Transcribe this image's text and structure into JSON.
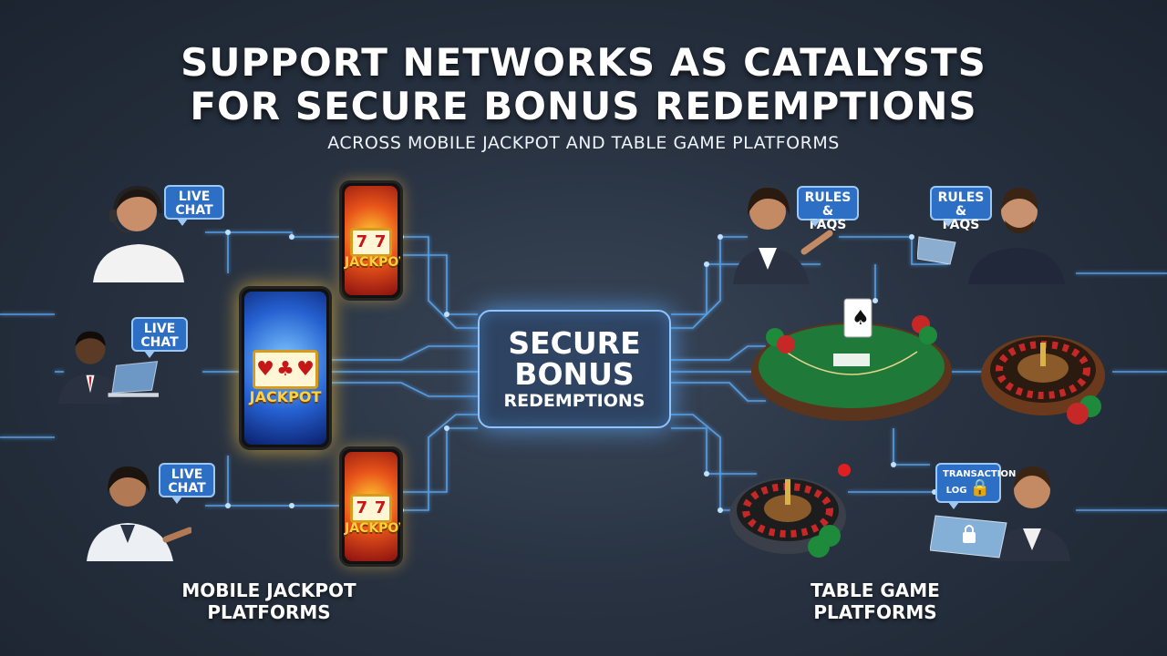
{
  "title": {
    "line1": "SUPPORT NETWORKS AS CATALYSTS",
    "line2": "FOR SECURE BONUS REDEMPTIONS",
    "subtitle": "ACROSS MOBILE JACKPOT AND TABLE GAME PLATFORMS"
  },
  "hub": {
    "line1": "SECURE",
    "line2": "BONUS",
    "line3": "REDEMPTIONS"
  },
  "left": {
    "bubbles": [
      {
        "line1": "LIVE",
        "line2": "CHAT"
      },
      {
        "line1": "LIVE",
        "line2": "CHAT"
      },
      {
        "line1": "LIVE",
        "line2": "CHAT"
      }
    ],
    "jackpot_label": "JACKPOT",
    "footer_line1": "MOBILE JACKPOT",
    "footer_line2": "PLATFORMS"
  },
  "right": {
    "bubbles": [
      {
        "line1": "RULES",
        "line2": "& FAQS"
      },
      {
        "line1": "RULES",
        "line2": "& FAQS"
      },
      {
        "line1": "TRANSACTION",
        "line2": "LOG"
      }
    ],
    "footer_line1": "TABLE GAME",
    "footer_line2": "PLATFORMS"
  },
  "colors": {
    "wire": "#5fb0ff",
    "hub_border": "#8fc4ff",
    "bubble": "#2e6fc6",
    "felt": "#1f7a3a"
  }
}
